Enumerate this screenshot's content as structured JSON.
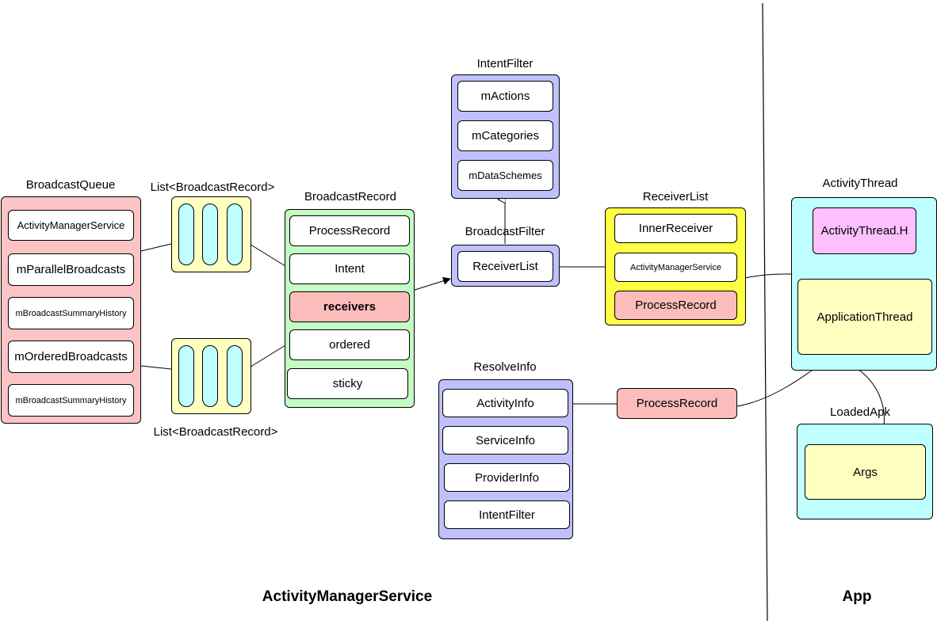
{
  "titles": {
    "broadcast_queue": "BroadcastQueue",
    "list_top": "List<BroadcastRecord>",
    "list_bottom": "List<BroadcastRecord>",
    "broadcast_record": "BroadcastRecord",
    "intent_filter": "IntentFilter",
    "broadcast_filter": "BroadcastFilter",
    "receiver_list": "ReceiverList",
    "resolve_info": "ResolveInfo",
    "activity_thread": "ActivityThread",
    "loaded_apk": "LoadedApk"
  },
  "broadcast_queue": {
    "items": [
      "ActivityManagerService",
      "mParallelBroadcasts",
      "mBroadcastSummaryHistory",
      "mOrderedBroadcasts",
      "mBroadcastSummaryHistory"
    ]
  },
  "broadcast_record": {
    "items": [
      "ProcessRecord",
      "Intent",
      "receivers",
      "ordered",
      "sticky"
    ]
  },
  "intent_filter": {
    "items": [
      "mActions",
      "mCategories",
      "mDataSchemes"
    ]
  },
  "broadcast_filter": {
    "items": [
      "ReceiverList"
    ]
  },
  "receiver_list": {
    "items": [
      "InnerReceiver",
      "ActivityManagerService",
      "ProcessRecord"
    ]
  },
  "resolve_info": {
    "items": [
      "ActivityInfo",
      "ServiceInfo",
      "ProviderInfo",
      "IntentFilter"
    ]
  },
  "standalone": {
    "process_record": "ProcessRecord"
  },
  "activity_thread": {
    "items": [
      "ActivityThread.H",
      "ApplicationThread"
    ]
  },
  "loaded_apk": {
    "items": [
      "Args"
    ]
  },
  "sections": {
    "ams": "ActivityManagerService",
    "app": "App"
  },
  "colors": {
    "pink": "#fcc4c4",
    "yellow_light": "#ffffc0",
    "green": "#c4fcc4",
    "lavender": "#c0c0fc",
    "yellow": "#ffff44",
    "cyan": "#c0ffff",
    "magenta": "#ffc0ff",
    "field_pink": "#fcbcbc"
  }
}
